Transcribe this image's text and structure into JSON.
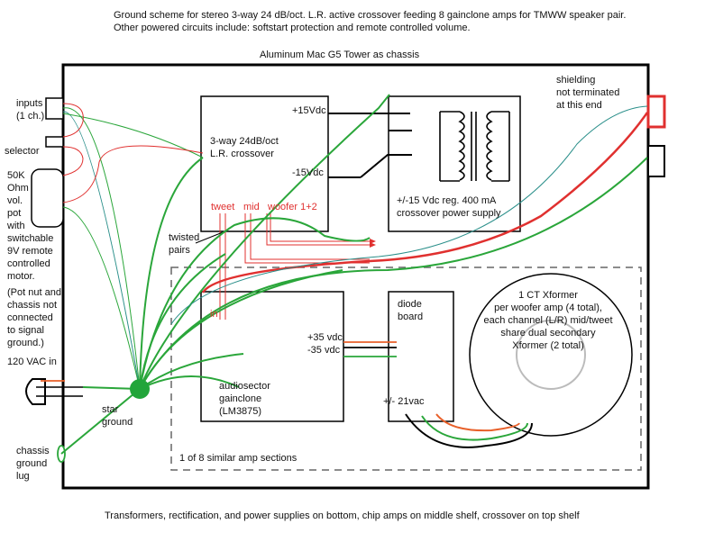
{
  "header": {
    "line1": "Ground scheme for stereo 3-way 24 dB/oct. L.R. active crossover feeding 8 gainclone amps for TMWW speaker pair.",
    "line2": "Other powered circuits include: softstart protection and remote controlled volume."
  },
  "chassis_title": "Aluminum Mac G5 Tower as chassis",
  "left_labels": {
    "inputs": [
      "inputs",
      "(1 ch.)"
    ],
    "selector": "selector",
    "volume_pot": [
      "50K",
      "Ohm",
      "vol.",
      "pot",
      "with",
      "switchable",
      " 9V remote",
      "controlled",
      "motor.",
      "(Pot nut and",
      "chassis not",
      "connected",
      "to signal",
      "ground.)"
    ],
    "mains": "120 VAC in",
    "chassis_lug": [
      "chassis",
      "ground",
      "lug"
    ]
  },
  "crossover": {
    "title": [
      "3-way 24dB/oct",
      "L.R. crossover"
    ],
    "plus_rail": "+15Vdc",
    "minus_rail": "-15Vdc",
    "outputs": [
      "tweet",
      "mid",
      "woofer 1+2"
    ]
  },
  "crossover_psu": [
    "+/-15 Vdc reg. 400 mA",
    "crossover power supply"
  ],
  "shielding_note": [
    "shielding",
    "not terminated",
    "at this end"
  ],
  "twisted_pairs": [
    "twisted",
    "pairs"
  ],
  "amp": {
    "input_label": "in",
    "title": [
      "audiosector",
      "gainclone",
      "(LM3875)"
    ],
    "rails": [
      "+35 vdc",
      "-35 vdc"
    ],
    "section_note": "1 of 8 similar amp sections"
  },
  "diode_board": {
    "title": [
      "diode",
      "board"
    ],
    "ac_in": "+/- 21vac"
  },
  "transformer": [
    "1 CT Xformer",
    "per woofer amp (4 total),",
    "each channel (L/R) mid/tweet",
    "share dual secondary",
    "Xformer (2 total)"
  ],
  "star_ground": [
    "star",
    "ground"
  ],
  "footer": "Transformers, rectification, and power supplies on bottom, chip amps on middle shelf, crossover on top shelf",
  "colors": {
    "green_wire": "#2aa63a",
    "red_wire": "#e0302f",
    "orange_wire": "#e8602a",
    "teal_shield": "#2a8f8a",
    "star_ground": "#22a53a",
    "toroid_hole": "#bbbbbb"
  }
}
